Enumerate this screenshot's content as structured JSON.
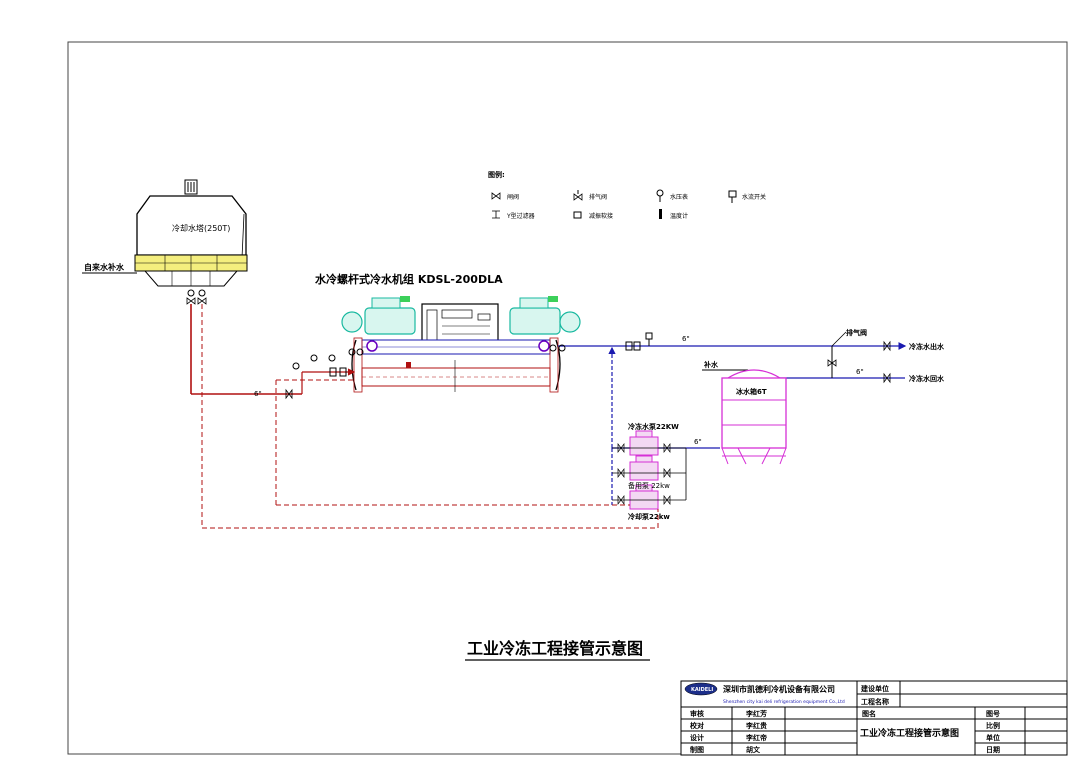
{
  "cooling_tower": {
    "label": "冷却水塔(250T)",
    "makeup_label": "自来水补水"
  },
  "chiller": {
    "model_label": "水冷螺杆式冷水机组 KDSL-200DLA"
  },
  "legend": {
    "title": "图例:",
    "items": [
      "闸阀",
      "排气阀",
      "水压表",
      "水流开关",
      "Y型过滤器",
      "减振软接",
      "温度计"
    ]
  },
  "pipes": {
    "size_6in": "6\"",
    "exhaust_valve": "排气阀",
    "makeup_water": "补水",
    "chilled_out": "冷冻水出水",
    "chilled_return": "冷冻水回水"
  },
  "ice_tank": {
    "label": "冰水箱6T"
  },
  "pumps": {
    "chilled_pump": "冷冻水泵22KW",
    "standby_pump": "备用泵 22kw",
    "cooling_pump": "冷却泵22kw"
  },
  "main_title": "工业冷冻工程接管示意图",
  "title_block": {
    "company_cn": "深圳市凯德利冷机设备有限公司",
    "company_en": "Shenzhen city kai deli refrigeration equipment Co.,Ltd",
    "rows": [
      {
        "role": "审核",
        "name": "李红芳"
      },
      {
        "role": "校对",
        "name": "李红贵"
      },
      {
        "role": "设计",
        "name": "李红帝"
      },
      {
        "role": "制图",
        "name": "胡文"
      }
    ],
    "build_unit": "建设单位",
    "project_name": "工程名称",
    "drawing_label": "图名",
    "drawing_name": "工业冷冻工程接管示意图",
    "drawing_no": "图号",
    "scale": "比例",
    "unit": "单位",
    "date": "日期"
  }
}
